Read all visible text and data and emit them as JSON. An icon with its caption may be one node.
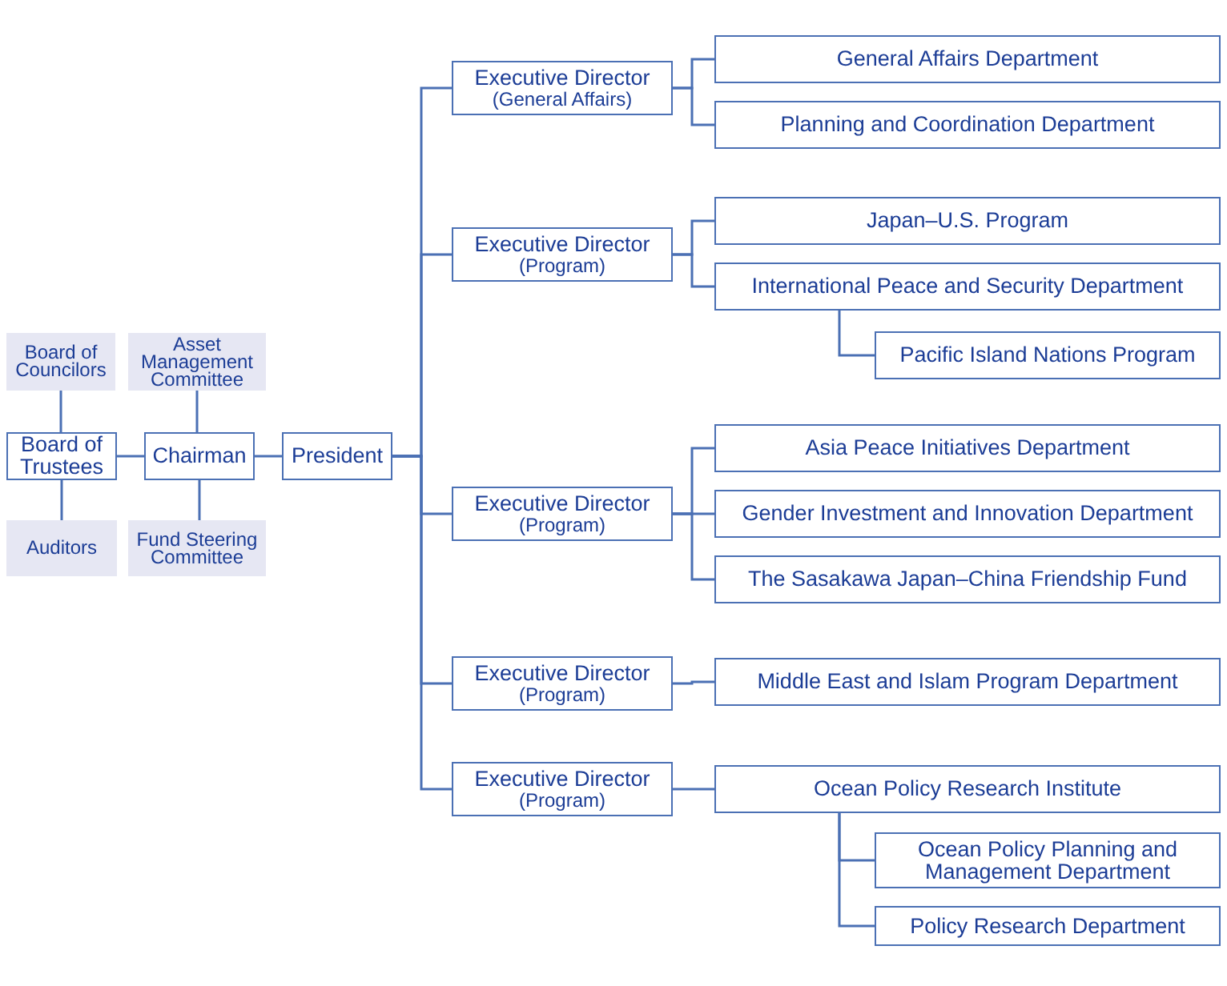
{
  "diagram": {
    "nodes": [
      {
        "text": [
          "Board of Councilors"
        ]
      },
      {
        "text": [
          "Asset Management Committee"
        ]
      },
      {
        "text": [
          "Board of Trustees"
        ]
      },
      {
        "text": [
          "Chairman"
        ]
      },
      {
        "text": [
          "President"
        ]
      },
      {
        "text": [
          "Auditors"
        ]
      },
      {
        "text": [
          "Fund Steering Committee"
        ]
      },
      {
        "text": [
          "Executive Director",
          "(General Affairs)"
        ]
      },
      {
        "text": [
          "General Affairs Department"
        ]
      },
      {
        "text": [
          "Planning and Coordination Department"
        ]
      },
      {
        "text": [
          "Executive Director",
          "(Program)"
        ]
      },
      {
        "text": [
          "Japan–U.S. Program"
        ]
      },
      {
        "text": [
          "International Peace and Security Department"
        ]
      },
      {
        "text": [
          "Pacific Island Nations Program"
        ]
      },
      {
        "text": [
          "Executive Director",
          "(Program)"
        ]
      },
      {
        "text": [
          "Asia Peace Initiatives Department"
        ]
      },
      {
        "text": [
          "Gender Investment and Innovation Department"
        ]
      },
      {
        "text": [
          "The Sasakawa Japan–China Friendship Fund"
        ]
      },
      {
        "text": [
          "Executive Director",
          "(Program)"
        ]
      },
      {
        "text": [
          "Middle East and Islam Program Department"
        ]
      },
      {
        "text": [
          "Executive Director",
          "(Program)"
        ]
      },
      {
        "text": [
          "Ocean Policy Research Institute"
        ]
      },
      {
        "text": [
          "Ocean Policy Planning and Management Department"
        ]
      },
      {
        "text": [
          "Policy Research Department"
        ]
      }
    ],
    "edges": [
      {
        "from": 0,
        "to": 2,
        "arrow": "none"
      },
      {
        "from": 2,
        "to": 5,
        "arrow": "none"
      },
      {
        "from": 2,
        "to": 3,
        "arrow": "none"
      },
      {
        "from": 1,
        "to": 3,
        "arrow": "none"
      },
      {
        "from": 3,
        "to": 6,
        "arrow": "none"
      },
      {
        "from": 3,
        "to": 4,
        "arrow": "none"
      },
      {
        "from": 4,
        "to": 7,
        "arrow": "none"
      },
      {
        "from": 4,
        "to": 10,
        "arrow": "none"
      },
      {
        "from": 4,
        "to": 14,
        "arrow": "none"
      },
      {
        "from": 4,
        "to": 18,
        "arrow": "none"
      },
      {
        "from": 4,
        "to": 20,
        "arrow": "none"
      },
      {
        "from": 7,
        "to": 8,
        "arrow": "none"
      },
      {
        "from": 7,
        "to": 9,
        "arrow": "none"
      },
      {
        "from": 10,
        "to": 11,
        "arrow": "none"
      },
      {
        "from": 10,
        "to": 12,
        "arrow": "none"
      },
      {
        "from": 12,
        "to": 13,
        "arrow": "none"
      },
      {
        "from": 14,
        "to": 15,
        "arrow": "none"
      },
      {
        "from": 14,
        "to": 16,
        "arrow": "none"
      },
      {
        "from": 14,
        "to": 17,
        "arrow": "none"
      },
      {
        "from": 18,
        "to": 19,
        "arrow": "none"
      },
      {
        "from": 20,
        "to": 21,
        "arrow": "none"
      },
      {
        "from": 21,
        "to": 22,
        "arrow": "none"
      },
      {
        "from": 21,
        "to": 23,
        "arrow": "none"
      }
    ]
  }
}
